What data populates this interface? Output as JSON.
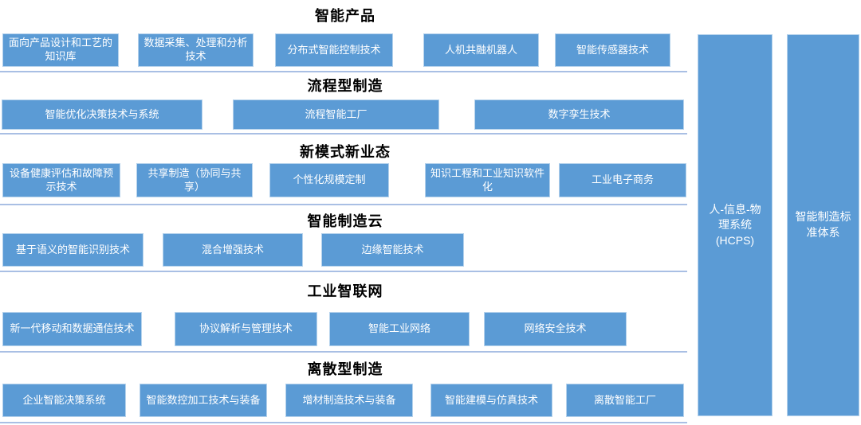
{
  "sections": [
    {
      "title": "智能产品",
      "boxes": [
        "面向产品设计和工艺的知识库",
        "数据采集、处理和分析技术",
        "分布式智能控制技术",
        "人机共融机器人",
        "智能传感器技术"
      ]
    },
    {
      "title": "流程型制造",
      "boxes": [
        "智能优化决策技术与系统",
        "流程智能工厂",
        "数字孪生技术"
      ]
    },
    {
      "title": "新模式新业态",
      "boxes": [
        "设备健康评估和故障预示技术",
        "共享制造（协同与共享）",
        "个性化规模定制",
        "知识工程和工业知识软件化",
        "工业电子商务"
      ]
    },
    {
      "title": "智能制造云",
      "boxes": [
        "基于语义的智能识别技术",
        "混合增强技术",
        "边缘智能技术"
      ]
    },
    {
      "title": "工业智联网",
      "boxes": [
        "新一代移动和数据通信技术",
        "协议解析与管理技术",
        "智能工业网络",
        "网络安全技术"
      ]
    },
    {
      "title": "离散型制造",
      "boxes": [
        "企业智能决策系统",
        "智能数控加工技术与装备",
        "增材制造技术与装备",
        "智能建模与仿真技术",
        "离散智能工厂"
      ]
    }
  ],
  "side_bars": [
    {
      "label": "人-信息-物理系统(HCPS)"
    },
    {
      "label": "智能制造标准体系"
    }
  ],
  "colors": {
    "box_fill": "#5b9bd5",
    "box_text": "#ffffff",
    "divider": "#a9bfe4",
    "title_text": "#000000",
    "background": "#ffffff"
  }
}
